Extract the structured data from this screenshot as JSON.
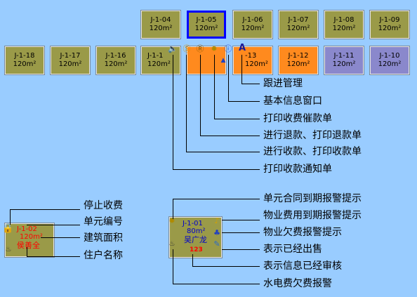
{
  "top_row": [
    {
      "code": "J-1-04",
      "area": "120m²",
      "color": "#9a9a48"
    },
    {
      "code": "J-1-05",
      "area": "120m²",
      "color": "#9a9a48",
      "selected": true
    },
    {
      "code": "J-1-06",
      "area": "120m²",
      "color": "#9a9a48"
    },
    {
      "code": "J-1-07",
      "area": "120m²",
      "color": "#9a9a48"
    },
    {
      "code": "J-1-08",
      "area": "120m²",
      "color": "#9a9a48"
    },
    {
      "code": "J-1-09",
      "area": "120m²",
      "color": "#9a9a48"
    }
  ],
  "second_row": [
    {
      "code": "J-1-18",
      "area": "120m²",
      "color": "#9a9a48"
    },
    {
      "code": "J-1-17",
      "area": "120m²",
      "color": "#9a9a48"
    },
    {
      "code": "J-1-16",
      "area": "120m²",
      "color": "#9a9a48"
    },
    {
      "code": "J-1-1",
      "area": "120m²",
      "color": "#9a9a48"
    },
    {
      "code": "",
      "area": "",
      "color": "#ff8a1e"
    },
    {
      "code": "-13",
      "area": "120m²",
      "color": "#ff8a1e"
    },
    {
      "code": "J-1-12",
      "area": "120m²",
      "color": "#ff8a1e"
    },
    {
      "code": "J-1-11",
      "area": "120m²",
      "color": "#8a88cc"
    },
    {
      "code": "J-1-10",
      "area": "120m²",
      "color": "#8a88cc"
    }
  ],
  "toolbar_labels": [
    "跟进管理",
    "基本信息窗口",
    "打印收费催款单",
    "进行退款、打印退款单",
    "进行收款、打印收款单",
    "打印收款通知单"
  ],
  "legend_cell_left": {
    "code": "J-1-02",
    "area": "120m²",
    "owner": "侯善全"
  },
  "legend_labels_left": [
    "停止收费",
    "单元编号",
    "建筑面积",
    "住户名称"
  ],
  "legend_cell_right": {
    "code": "J-1-01",
    "area": "80m²",
    "owner": "吴广龙",
    "number": "123"
  },
  "legend_labels_right": [
    "单元合同到期报警提示",
    "物业费用到期报警提示",
    "物业欠费报警提示",
    "表示已经出售",
    "表示信息已经审核",
    "水电费欠费报警"
  ],
  "colors": {
    "background": "#99ccff",
    "olive": "#9a9a48",
    "orange": "#ff8a1e",
    "purple": "#8a88cc",
    "selected_border": "#0000ff",
    "red_text": "#ff0000",
    "blue_text": "#0000cc"
  }
}
